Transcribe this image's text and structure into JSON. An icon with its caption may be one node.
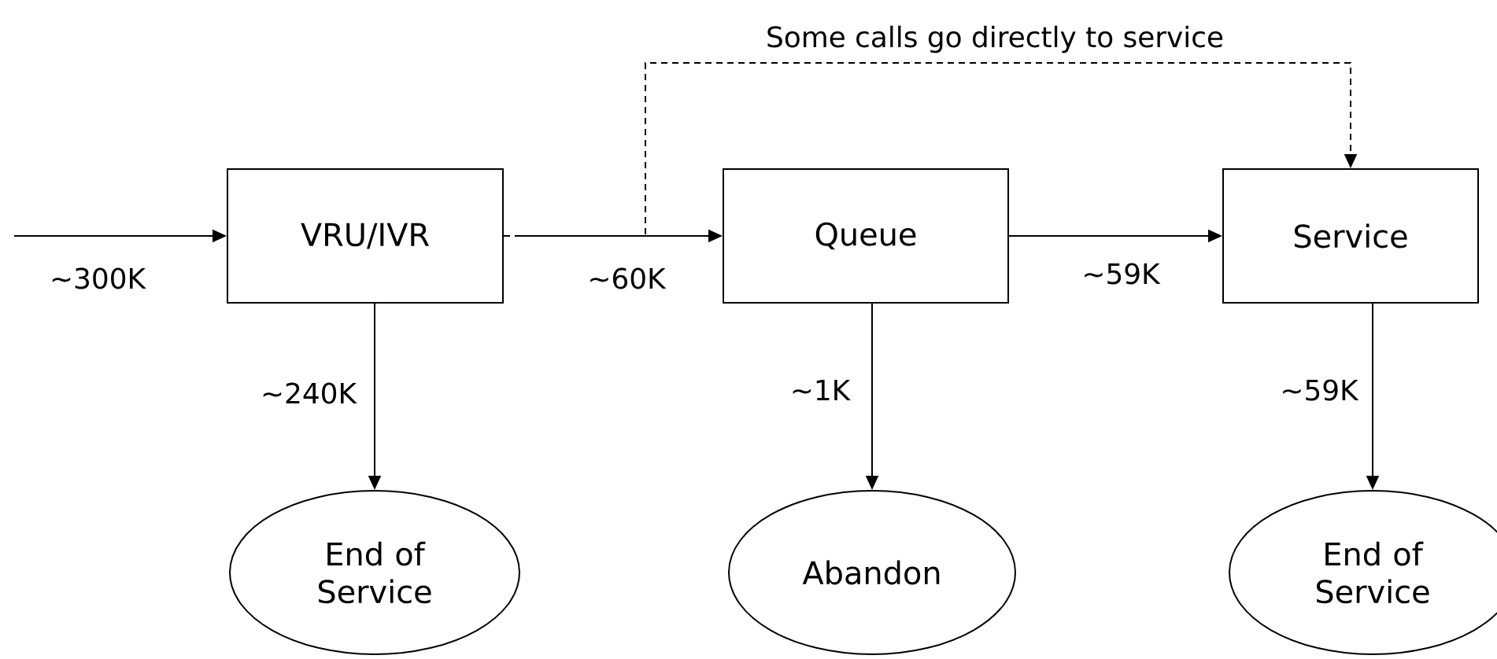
{
  "diagram": {
    "nodes": [
      {
        "text": [
          "VRU/IVR"
        ]
      },
      {
        "text": [
          "Queue"
        ]
      },
      {
        "text": [
          "Service"
        ]
      },
      {
        "text": [
          "End of Service"
        ]
      },
      {
        "text": [
          "Abandon"
        ]
      },
      {
        "text": [
          "End of Service"
        ]
      }
    ],
    "edges": [
      {
        "from": null,
        "to": 0,
        "arrow": "to",
        "label": "~300K"
      },
      {
        "from": 0,
        "to": 1,
        "arrow": "to",
        "label": "~60K"
      },
      {
        "from": 1,
        "to": 2,
        "arrow": "to",
        "label": "~59K"
      },
      {
        "from": 0,
        "to": 3,
        "arrow": "to",
        "label": "~240K"
      },
      {
        "from": 1,
        "to": 4,
        "arrow": "to",
        "label": "~1K"
      },
      {
        "from": 2,
        "to": 5,
        "arrow": "to",
        "label": "~59K"
      },
      {
        "from": 0,
        "to": 2,
        "arrow": "to",
        "label": "Some calls go directly to service",
        "style": "dashed"
      }
    ]
  }
}
